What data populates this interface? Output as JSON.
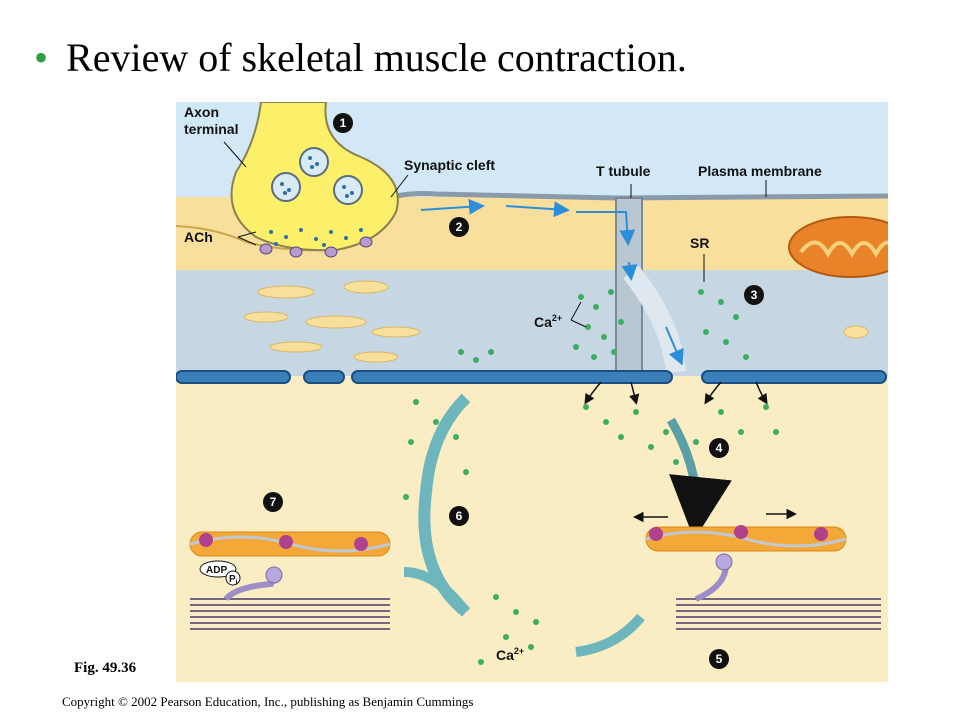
{
  "slide": {
    "bullet": "•",
    "title": "Review of skeletal muscle contraction.",
    "fig_label": "Fig. 49.36",
    "copyright": "Copyright © 2002 Pearson Education, Inc., publishing as Benjamin Cummings"
  },
  "figure": {
    "labels": {
      "axon_terminal_1": "Axon",
      "axon_terminal_2": "terminal",
      "synaptic_cleft": "Synaptic cleft",
      "t_tubule": "T tubule",
      "plasma_membrane": "Plasma membrane",
      "ach": "ACh",
      "sr": "SR",
      "ca_upper": "Ca",
      "ca_upper_sup": "2+",
      "ca_lower": "Ca",
      "ca_lower_sup": "2+",
      "adp": "ADP",
      "pi": "P",
      "pi_sub": "i"
    },
    "steps": [
      "1",
      "2",
      "3",
      "4",
      "5",
      "6",
      "7"
    ]
  }
}
